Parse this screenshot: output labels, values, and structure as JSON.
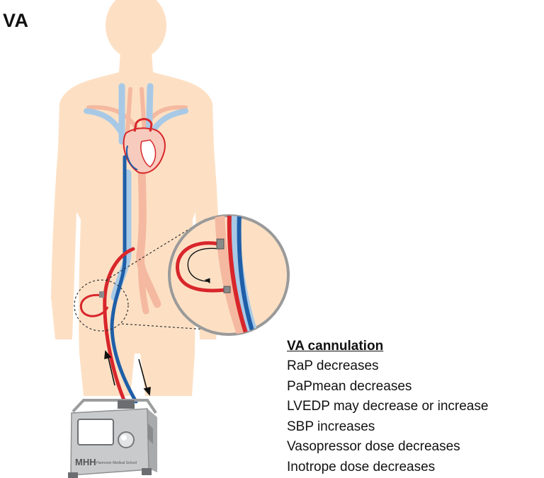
{
  "title": "VA",
  "effects": {
    "heading": "VA cannulation",
    "items": [
      "RaP decreases",
      "PaPmean decreases",
      "LVEDP may decrease or increase",
      "SBP increases",
      "Vasopressor dose decreases",
      "Inotrope dose decreases"
    ]
  },
  "device": {
    "logo": "MHH",
    "caption": "Hannover Medical School"
  },
  "colors": {
    "body": "#fde0c4",
    "arterial": "#d8262b",
    "venous": "#1f5fa8",
    "vessel_outline": "#f4b9a0",
    "device_body": "#c9cacc"
  }
}
